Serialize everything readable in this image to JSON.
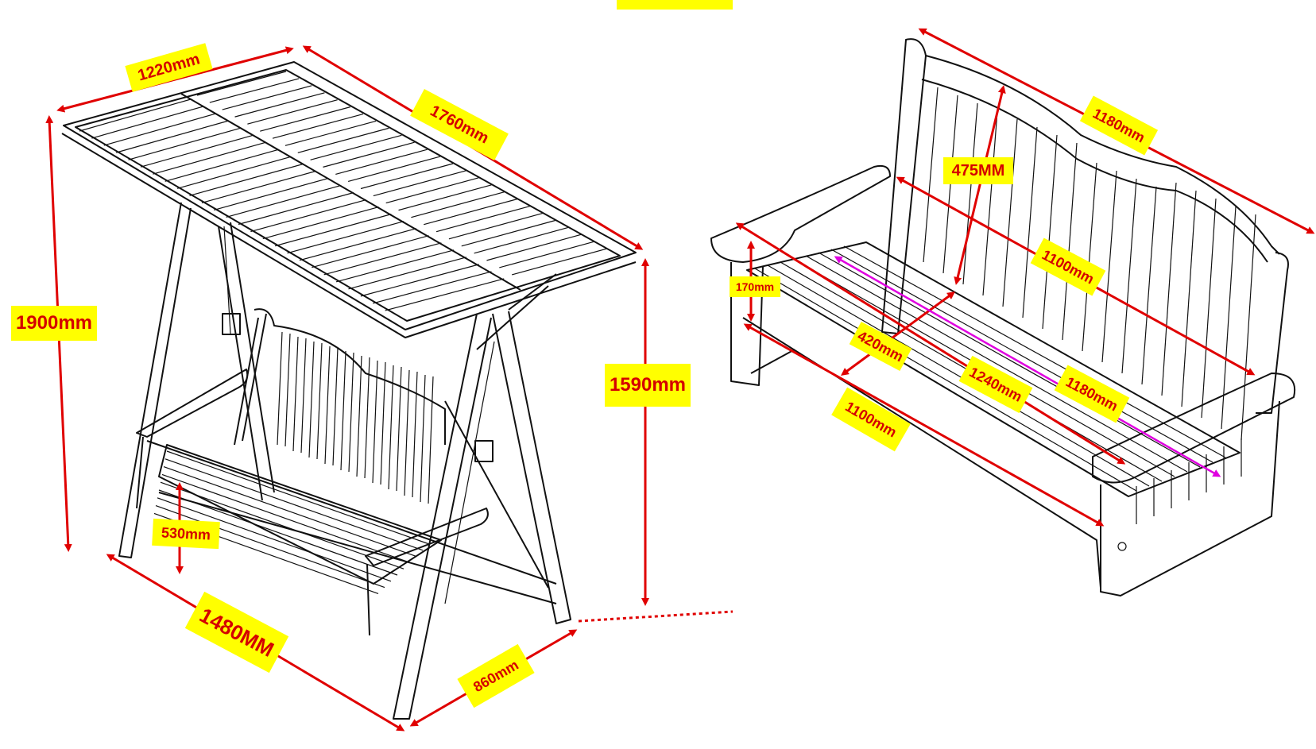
{
  "colors": {
    "line": "#111111",
    "dimension": "#e00000",
    "dimension_alt": "#e000e0",
    "label_bg": "#ffff00",
    "label_text": "#d40000"
  },
  "swing": {
    "canopy_width": "1220mm",
    "canopy_length": "1760mm",
    "total_height": "1900mm",
    "frame_height": "1590mm",
    "seat_height": "530mm",
    "base_length": "1480MM",
    "base_depth": "860mm"
  },
  "bench": {
    "overall_width": "1180mm",
    "backrest_height": "475MM",
    "back_width": "1100mm",
    "armrest_height": "170mm",
    "seat_depth": "420mm",
    "seat_diagonal": "1240mm",
    "seat_width": "1180mm",
    "front_width": "1100mm"
  }
}
